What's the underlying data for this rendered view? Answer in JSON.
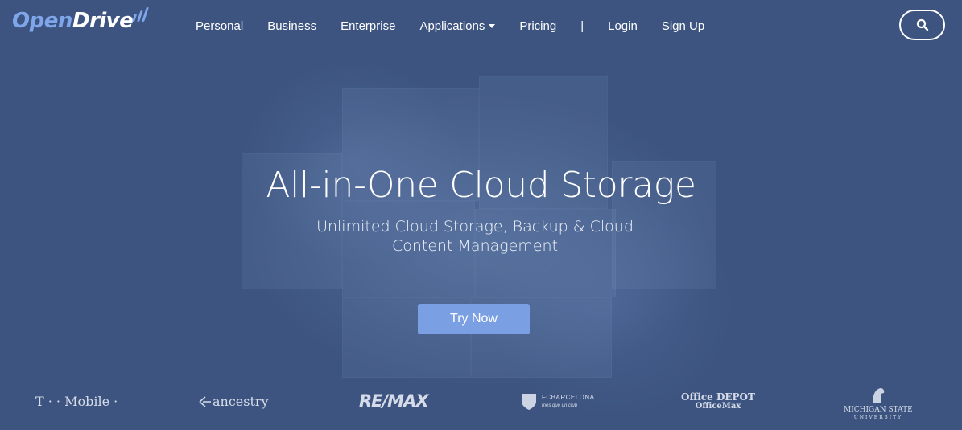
{
  "header": {
    "logo_open": "Open",
    "logo_drive": "Drive",
    "nav": [
      {
        "label": "Personal"
      },
      {
        "label": "Business"
      },
      {
        "label": "Enterprise"
      },
      {
        "label": "Applications"
      },
      {
        "label": "Pricing"
      },
      {
        "label": "|"
      },
      {
        "label": "Login"
      },
      {
        "label": "Sign Up"
      }
    ],
    "search_icon": "search-icon"
  },
  "hero": {
    "title": "All-in-One Cloud Storage",
    "subtitle_line1": "Unlimited Cloud Storage, Backup & Cloud",
    "subtitle_line2": "Content Management",
    "cta": "Try Now"
  },
  "logos": {
    "tmobile": "T · · Mobile ·",
    "ancestry": "ancestry",
    "remax": "RE/MAX",
    "fcb_main": "FCBARCELONA",
    "fcb_sub": "més que un club",
    "od_1": "Office DEPOT",
    "od_2": "OfficeMax",
    "msu_1": "MICHIGAN STATE",
    "msu_2": "UNIVERSITY"
  },
  "colors": {
    "background": "#3d5480",
    "accent": "#7b9fe3",
    "logo_blue": "#7fa6ea"
  }
}
